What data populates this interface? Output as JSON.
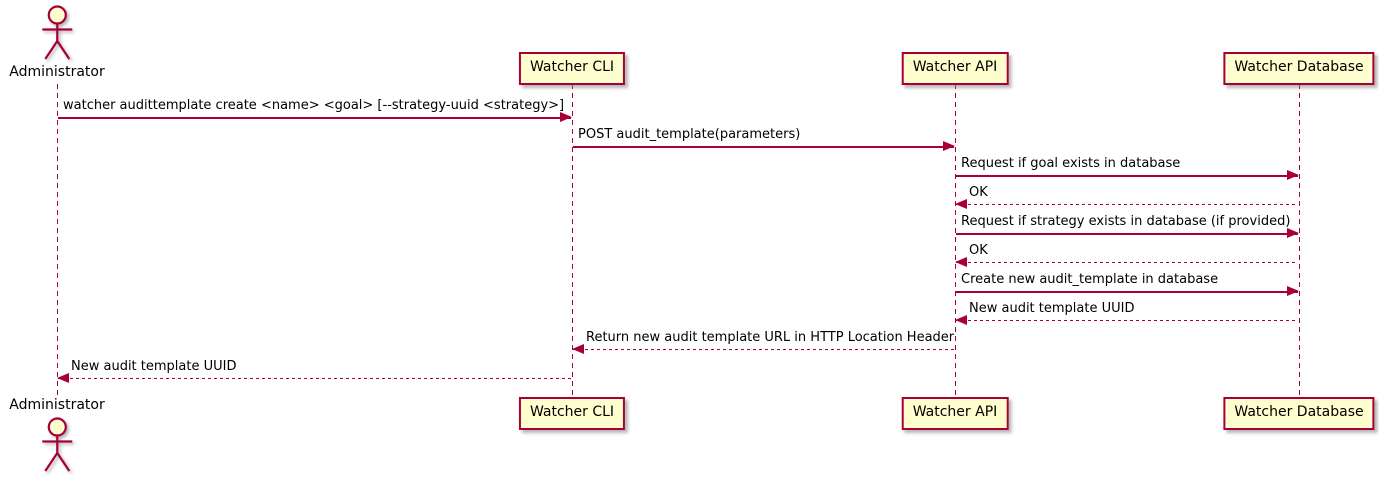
{
  "diagram": {
    "type": "sequence",
    "style": "plantuml",
    "colors": {
      "accent": "#A80036",
      "participant_fill": "#FEFECE",
      "text": "#000000",
      "background": "#FFFFFF"
    },
    "participants": [
      {
        "id": "administrator",
        "label": "Administrator",
        "kind": "actor"
      },
      {
        "id": "watcher_cli",
        "label": "Watcher CLI",
        "kind": "participant"
      },
      {
        "id": "watcher_api",
        "label": "Watcher API",
        "kind": "participant"
      },
      {
        "id": "watcher_database",
        "label": "Watcher Database",
        "kind": "participant"
      }
    ],
    "messages": [
      {
        "from": "administrator",
        "to": "watcher_cli",
        "line": "solid",
        "label": "watcher audittemplate create <name> <goal> [--strategy-uuid <strategy>]"
      },
      {
        "from": "watcher_cli",
        "to": "watcher_api",
        "line": "solid",
        "label": "POST audit_template(parameters)"
      },
      {
        "from": "watcher_api",
        "to": "watcher_database",
        "line": "solid",
        "label": "Request if goal exists in database"
      },
      {
        "from": "watcher_database",
        "to": "watcher_api",
        "line": "dashed",
        "label": "OK"
      },
      {
        "from": "watcher_api",
        "to": "watcher_database",
        "line": "solid",
        "label": "Request if strategy exists in database (if provided)"
      },
      {
        "from": "watcher_database",
        "to": "watcher_api",
        "line": "dashed",
        "label": "OK"
      },
      {
        "from": "watcher_api",
        "to": "watcher_database",
        "line": "solid",
        "label": "Create new audit_template in database"
      },
      {
        "from": "watcher_database",
        "to": "watcher_api",
        "line": "dashed",
        "label": "New audit template UUID"
      },
      {
        "from": "watcher_api",
        "to": "watcher_cli",
        "line": "dashed",
        "label": "Return new audit template URL in HTTP Location Header"
      },
      {
        "from": "watcher_cli",
        "to": "administrator",
        "line": "dashed",
        "label": "New audit template UUID"
      }
    ]
  }
}
